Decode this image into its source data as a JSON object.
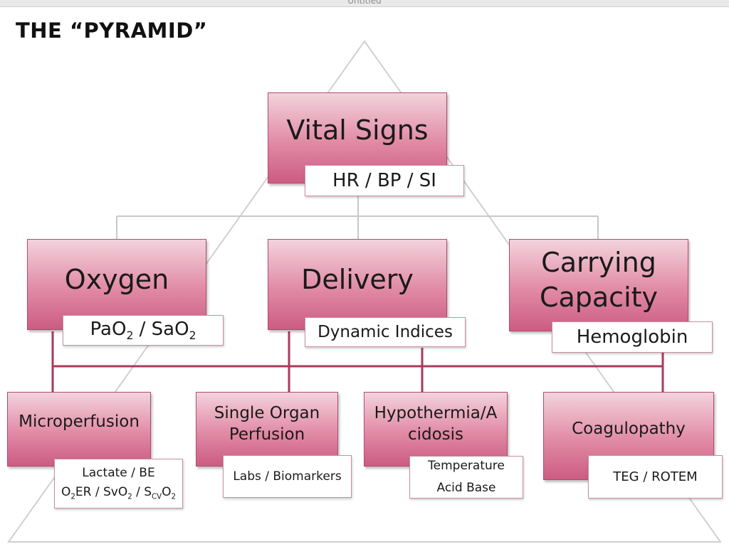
{
  "window": {
    "title": "Untitled"
  },
  "slide": {
    "title": "THE “PYRAMID”"
  },
  "diagram": {
    "vital_signs": {
      "title": "Vital Signs",
      "label": "HR / BP / SI"
    },
    "oxygen": {
      "title": "Oxygen",
      "label": {
        "a": "PaO",
        "a_sub": "2",
        "b": " / SaO",
        "b_sub": "2"
      }
    },
    "delivery": {
      "title": "Delivery",
      "label": "Dynamic Indices"
    },
    "carrying": {
      "title_line1": "Carrying",
      "title_line2": "Capacity",
      "label": "Hemoglobin"
    },
    "microperfusion": {
      "title": "Microperfusion",
      "label_line1": "Lactate / BE",
      "label_line2": {
        "p1": "O",
        "p1_sub": "2",
        "p2": "ER / SvO",
        "p2_sub": "2",
        "p3": " / S",
        "p3_sub": "CV",
        "p4": "O",
        "p4_sub": "2"
      }
    },
    "single_organ": {
      "title_line1": "Single Organ",
      "title_line2": "Perfusion",
      "label": "Labs / Biomarkers"
    },
    "hypothermia": {
      "title_line1": "Hypothermia/A",
      "title_line2": "cidosis",
      "label_line1": "Temperature",
      "label_line2": "Acid Base"
    },
    "coagulopathy": {
      "title": "Coagulopathy",
      "label": "TEG / ROTEM"
    }
  },
  "colors": {
    "box_top": "#f3d3dd",
    "box_bottom": "#cc5c82",
    "connector": "#a93a5c",
    "outline": "#d0d0d0"
  }
}
